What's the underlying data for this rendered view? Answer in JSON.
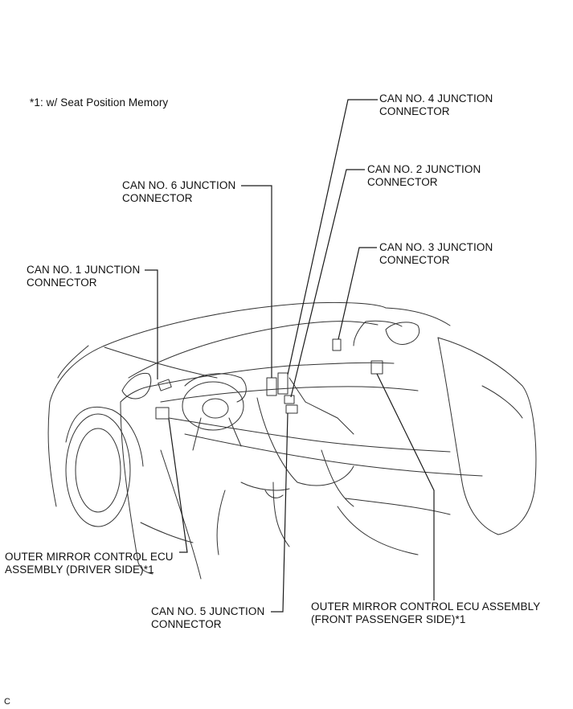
{
  "footnote": "*1: w/ Seat Position Memory",
  "figure_code": "C",
  "callouts": {
    "can4": {
      "line1": "CAN NO. 4 JUNCTION",
      "line2": "CONNECTOR"
    },
    "can2": {
      "line1": "CAN NO. 2 JUNCTION",
      "line2": "CONNECTOR"
    },
    "can6": {
      "line1": "CAN NO. 6 JUNCTION",
      "line2": "CONNECTOR"
    },
    "can3": {
      "line1": "CAN NO. 3 JUNCTION",
      "line2": "CONNECTOR"
    },
    "can1": {
      "line1": "CAN NO. 1 JUNCTION",
      "line2": "CONNECTOR"
    },
    "mirror_driver": {
      "line1": "OUTER MIRROR CONTROL ECU",
      "line2": "ASSEMBLY (DRIVER SIDE)*1"
    },
    "can5": {
      "line1": "CAN NO. 5 JUNCTION",
      "line2": "CONNECTOR"
    },
    "mirror_passenger": {
      "line1": "OUTER MIRROR CONTROL ECU ASSEMBLY",
      "line2": "(FRONT PASSENGER SIDE)*1"
    }
  },
  "colors": {
    "line": "#1a1a1a",
    "drawing": "#333333",
    "background": "#ffffff"
  }
}
